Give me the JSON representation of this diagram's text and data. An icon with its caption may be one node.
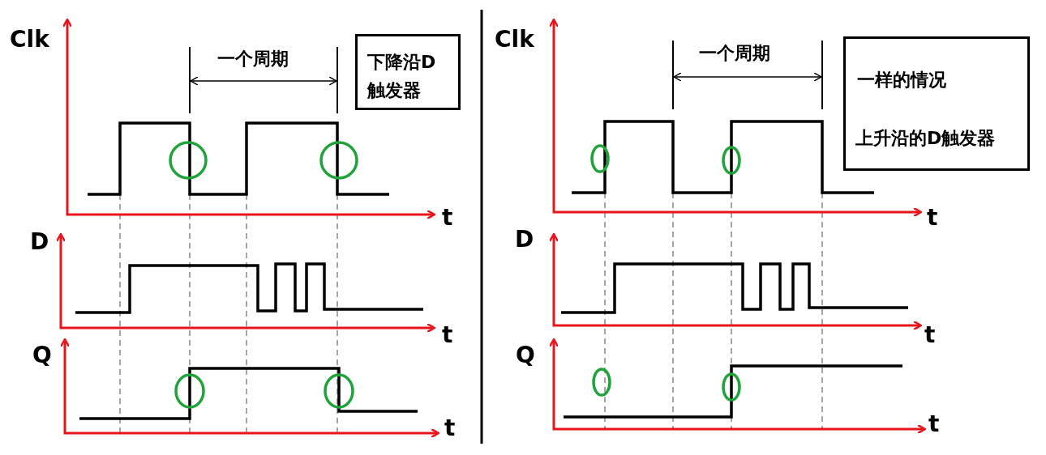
{
  "diagram": {
    "nodes": [
      {
        "text": [
          "下降沿D触发器"
        ]
      },
      {
        "text": [
          "一样的情况",
          "上升沿的D触发器"
        ]
      }
    ],
    "labels": [
      "Clk",
      "一个周期",
      "t",
      "D",
      "t",
      "Q",
      "t",
      "Clk",
      "一个周期",
      "t",
      "D",
      "t",
      "Q",
      "t"
    ]
  }
}
